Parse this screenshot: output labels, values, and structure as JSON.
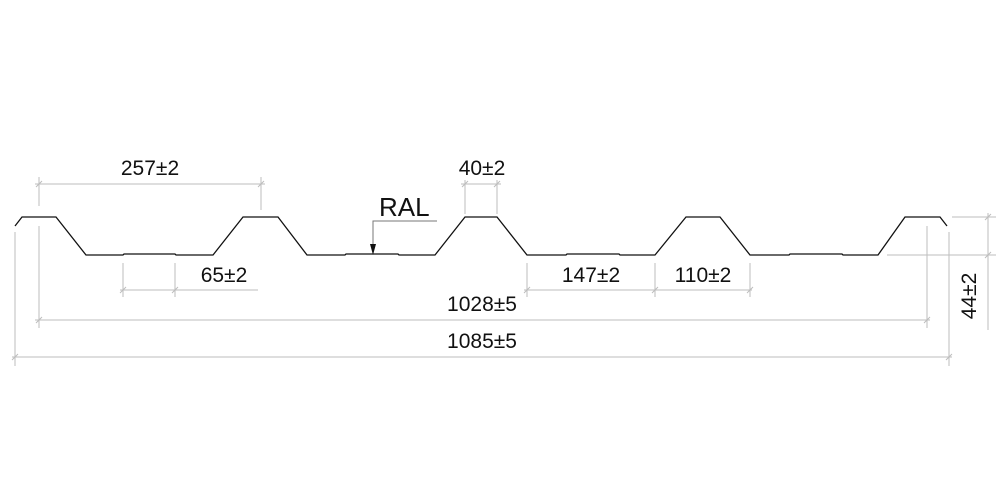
{
  "diagram": {
    "title": "Trapezoidal roofing sheet profile",
    "coating_label": "RAL",
    "dimensions": {
      "rib_pitch": "257±2",
      "crest_width": "40±2",
      "stiffener_width": "65±2",
      "trough_width": "147±2",
      "rib_base_width": "110±2",
      "effective_width": "1028±5",
      "total_width": "1085±5",
      "profile_height": "44±2"
    },
    "colors": {
      "profile": "#111111",
      "dimension_lines": "#bdbdbd"
    }
  }
}
